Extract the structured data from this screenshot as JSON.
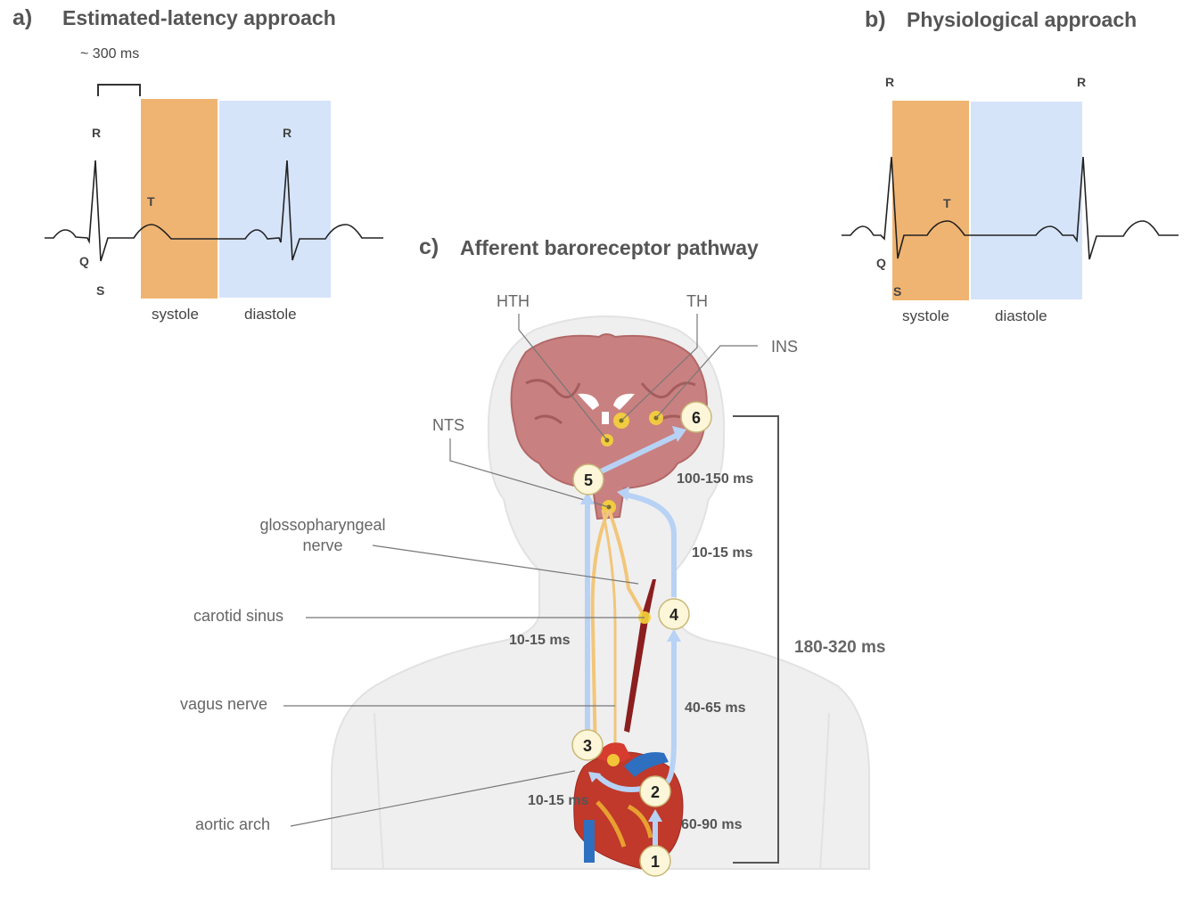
{
  "panel_a": {
    "letter": "a)",
    "title": "Estimated-latency approach",
    "interval_label": "~ 300 ms",
    "wave_labels": {
      "r1": "R",
      "r2": "R",
      "q": "Q",
      "s": "S",
      "t": "T"
    },
    "systole_label": "systole",
    "diastole_label": "diastole"
  },
  "panel_b": {
    "letter": "b)",
    "title": "Physiological approach",
    "wave_labels": {
      "r1": "R",
      "r2": "R",
      "q": "Q",
      "s": "S",
      "t": "T"
    },
    "systole_label": "systole",
    "diastole_label": "diastole"
  },
  "panel_c": {
    "letter": "c)",
    "title": "Afferent baroreceptor pathway",
    "brain_labels": {
      "hth": "HTH",
      "th": "TH",
      "ins": "INS",
      "nts": "NTS"
    },
    "anatomy_labels": {
      "glossopharyngeal": [
        "glossopharyngeal",
        "nerve"
      ],
      "carotid_sinus": "carotid sinus",
      "vagus_nerve": "vagus nerve",
      "aortic_arch": "aortic arch"
    },
    "steps": [
      "1",
      "2",
      "3",
      "4",
      "5",
      "6"
    ],
    "latencies": {
      "step1_2": "60-90 ms",
      "step2_3": "10-15 ms",
      "step2_4": "40-65 ms",
      "step3_5": "10-15 ms",
      "step4_5": "10-15 ms",
      "step5_6": "100-150 ms",
      "total": "180-320 ms"
    }
  },
  "colors": {
    "systole": "#f0b472",
    "diastole": "#d6e4fa",
    "pathway_arrow": "#b7d2f5",
    "nerve": "#f2c67a",
    "brain": "#c98080",
    "brain_dark": "#b36868",
    "step_circle": "#fdf6d8",
    "node_glow": "#f5d33a",
    "body_silhouette": "#eeeeee",
    "artery": "#8b1e1e",
    "heart": "#c0392b",
    "vein": "#2f6fc0"
  }
}
